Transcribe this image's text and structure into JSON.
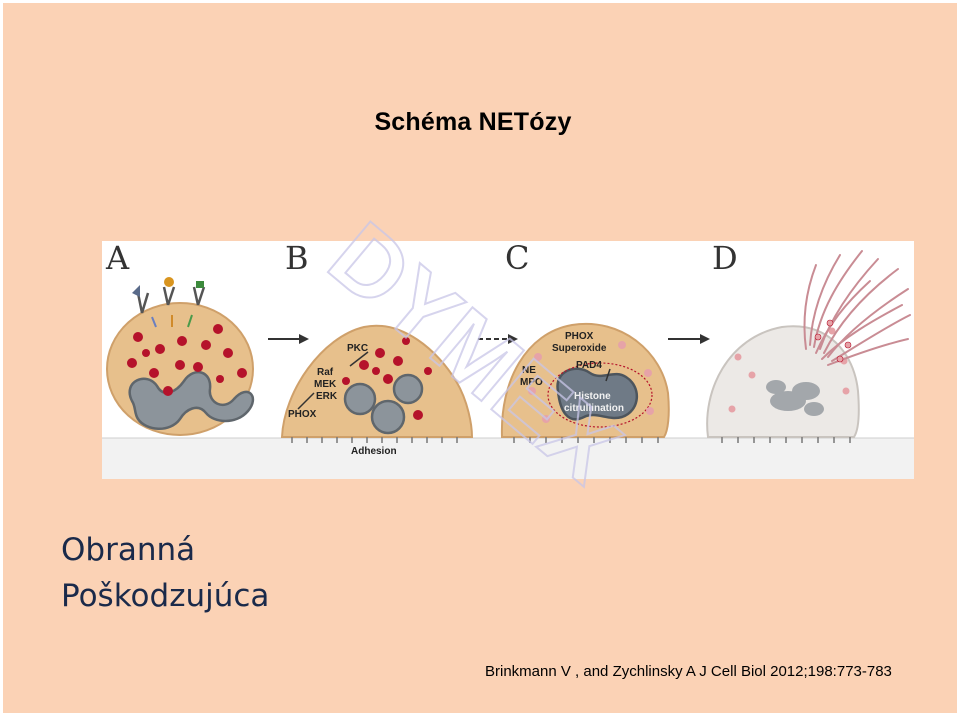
{
  "slide": {
    "title": "Schéma  NETózy",
    "bullets": [
      "Obranná",
      "Poškodzujúca"
    ],
    "citation": "Brinkmann V , and Zychlinsky A J Cell Biol 2012;198:773-783"
  },
  "figure": {
    "panels": [
      "A",
      "B",
      "C",
      "D"
    ],
    "labels": {
      "pkc": "PKC",
      "raf": "Raf",
      "mek": "MEK",
      "erk": "ERK",
      "phox_b": "PHOX",
      "adhesion": "Adhesion",
      "phox_c": "PHOX",
      "superoxide": "Superoxide",
      "pad4": "PAD4",
      "ne": "NE",
      "mpo": "MPO",
      "histone": "Histone",
      "citrullination": "citrullination"
    }
  },
  "watermark": {
    "text": "DYMEX"
  },
  "colors": {
    "background": "#fbd2b5",
    "cell": "#e7c08c",
    "granule": "#b5122b",
    "nucleus": "#8c949b",
    "text_dark": "#1a2a4a"
  }
}
